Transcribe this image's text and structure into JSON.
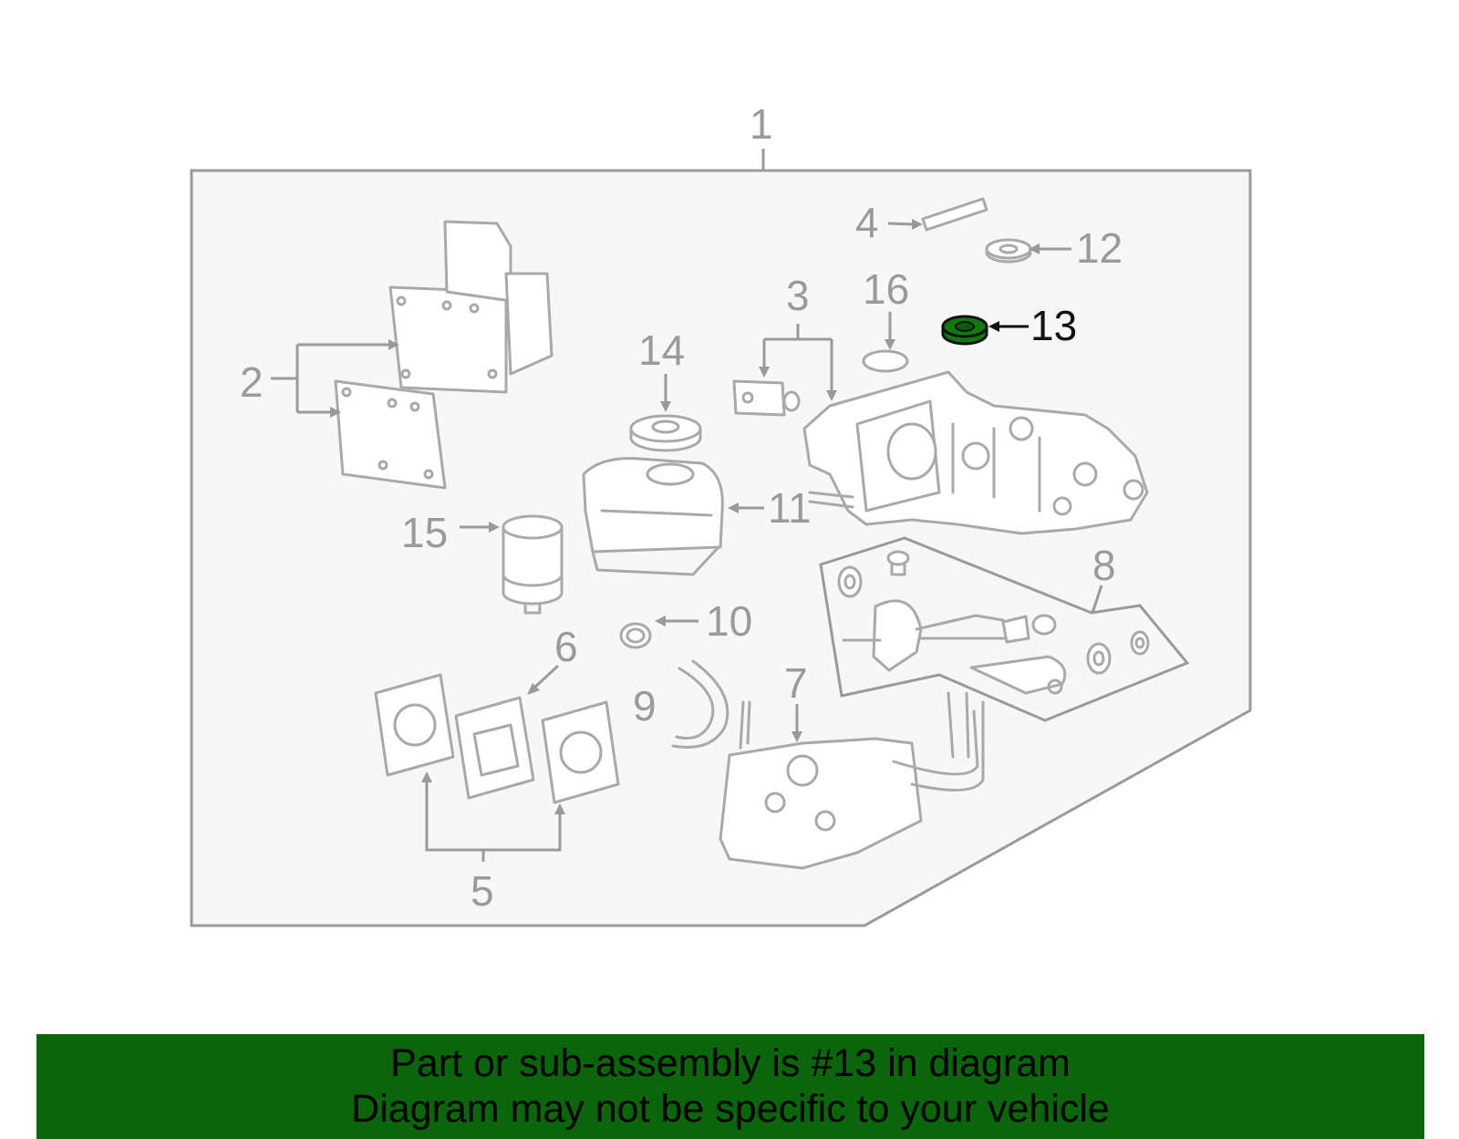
{
  "diagram": {
    "callouts": {
      "c1": "1",
      "c2": "2",
      "c3": "3",
      "c4": "4",
      "c5": "5",
      "c6": "6",
      "c7": "7",
      "c8": "8",
      "c9": "9",
      "c10": "10",
      "c11": "11",
      "c12": "12",
      "c13": "13",
      "c14": "14",
      "c15": "15",
      "c16": "16"
    },
    "highlighted_part": "13",
    "colors": {
      "highlight_part": "#0f7a0f",
      "banner": "#0b650b",
      "line_art": "#a9a9a9",
      "panel_fill": "#f7f7f7"
    }
  },
  "footer": {
    "line1": "Part or sub-assembly is #13 in diagram",
    "line2": "Diagram may not be specific to your vehicle"
  }
}
